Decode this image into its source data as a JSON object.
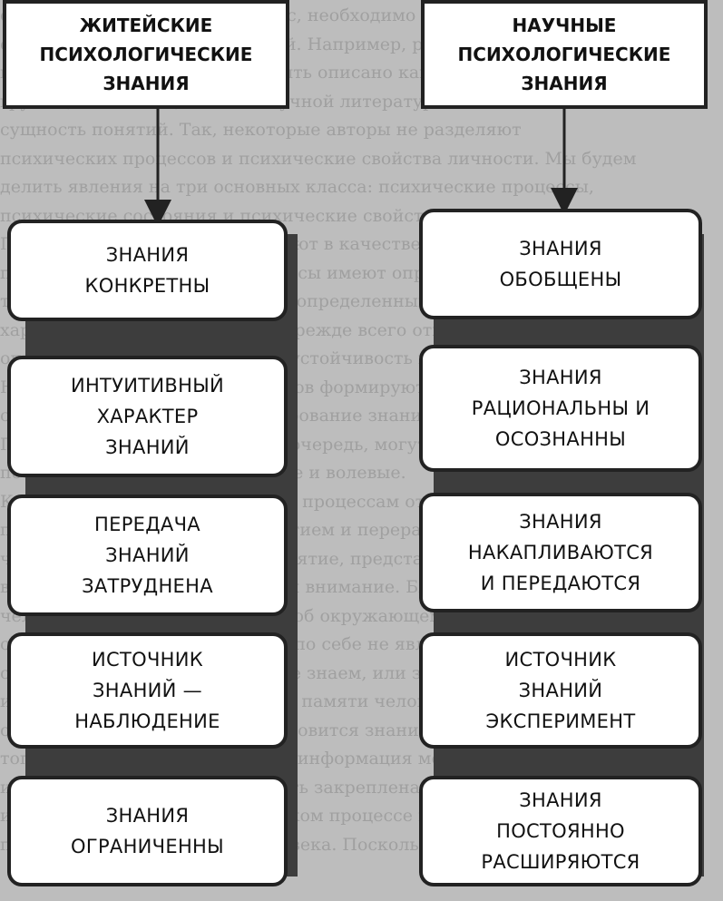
{
  "left": {
    "header": [
      "ЖИТЕЙСКИЕ",
      "ПСИХОЛОГИЧЕСКИЕ",
      "ЗНАНИЯ"
    ],
    "boxes": [
      [
        "ЗНАНИЯ",
        "КОНКРЕТНЫ"
      ],
      [
        "ИНТУИТИВНЫЙ",
        "ХАРАКТЕР",
        "ЗНАНИЙ"
      ],
      [
        "ПЕРЕДАЧА",
        "ЗНАНИЙ",
        "ЗАТРУДНЕНА"
      ],
      [
        "ИСТОЧНИК",
        "ЗНАНИЙ —",
        "НАБЛЮДЕНИЕ"
      ],
      [
        "ЗНАНИЯ",
        "ОГРАНИЧЕННЫ"
      ]
    ]
  },
  "right": {
    "header": [
      "НАУЧНЫЕ",
      "ПСИХОЛОГИЧЕСКИЕ",
      "ЗНАНИЯ"
    ],
    "boxes": [
      [
        "ЗНАНИЯ",
        "ОБОБЩЕНЫ"
      ],
      [
        "ЗНАНИЯ",
        "РАЦИОНАЛЬНЫ И",
        "ОСОЗНАННЫ"
      ],
      [
        "ЗНАНИЯ",
        "НАКАПЛИВАЮТСЯ",
        "И ПЕРЕДАЮТСЯ"
      ],
      [
        "ИСТОЧНИК",
        "ЗНАНИЙ",
        "ЭКСПЕРИМЕНТ"
      ],
      [
        "ЗНАНИЯ",
        "ПОСТОЯННО",
        "РАСШИРЯЮТСЯ"
      ]
    ]
  }
}
